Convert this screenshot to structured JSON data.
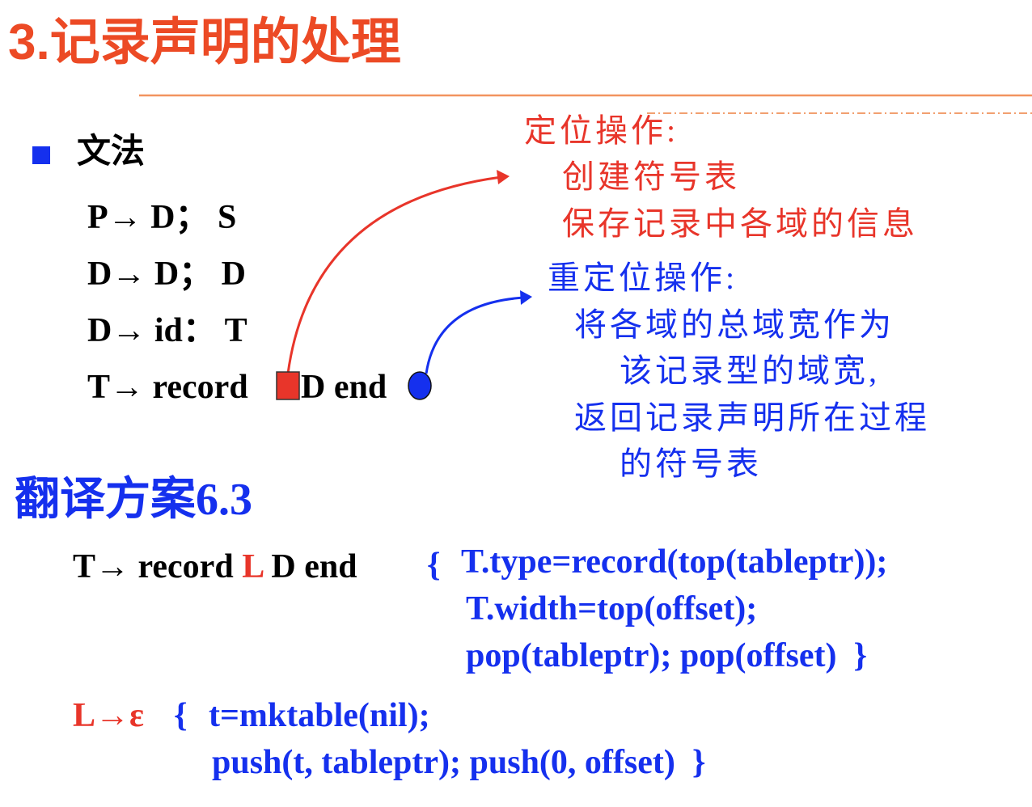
{
  "title": "3.记录声明的处理",
  "grammar": {
    "heading": "文法",
    "rules": [
      "P→ D； S",
      "D→ D； D",
      "D→ id： T"
    ],
    "last_rule_prefix": "T→ record",
    "last_rule_suffix": "D end"
  },
  "annotation_red": {
    "heading": "定位操作:",
    "lines": [
      "创建符号表",
      "保存记录中各域的信息"
    ]
  },
  "annotation_blue": {
    "heading": "重定位操作:",
    "lines": [
      "将各域的总域宽作为",
      "该记录型的域宽,",
      "返回记录声明所在过程",
      "的符号表"
    ]
  },
  "scheme": {
    "title": "翻译方案6.3",
    "rule1_a": "T→ record ",
    "rule1_L": "L",
    "rule1_b": " D end",
    "brace_open": "{",
    "actions1": [
      "T.type=record(top(tableptr));",
      "T.width=top(offset);",
      "pop(tableptr); pop(offset)  }"
    ],
    "rule2": "L→ε",
    "actions2": [
      "t=mktable(nil);",
      "push(t, tableptr); push(0, offset)  }"
    ]
  },
  "colors": {
    "title": "#ec4a25",
    "red": "#e8352a",
    "blue": "#1530ee"
  }
}
